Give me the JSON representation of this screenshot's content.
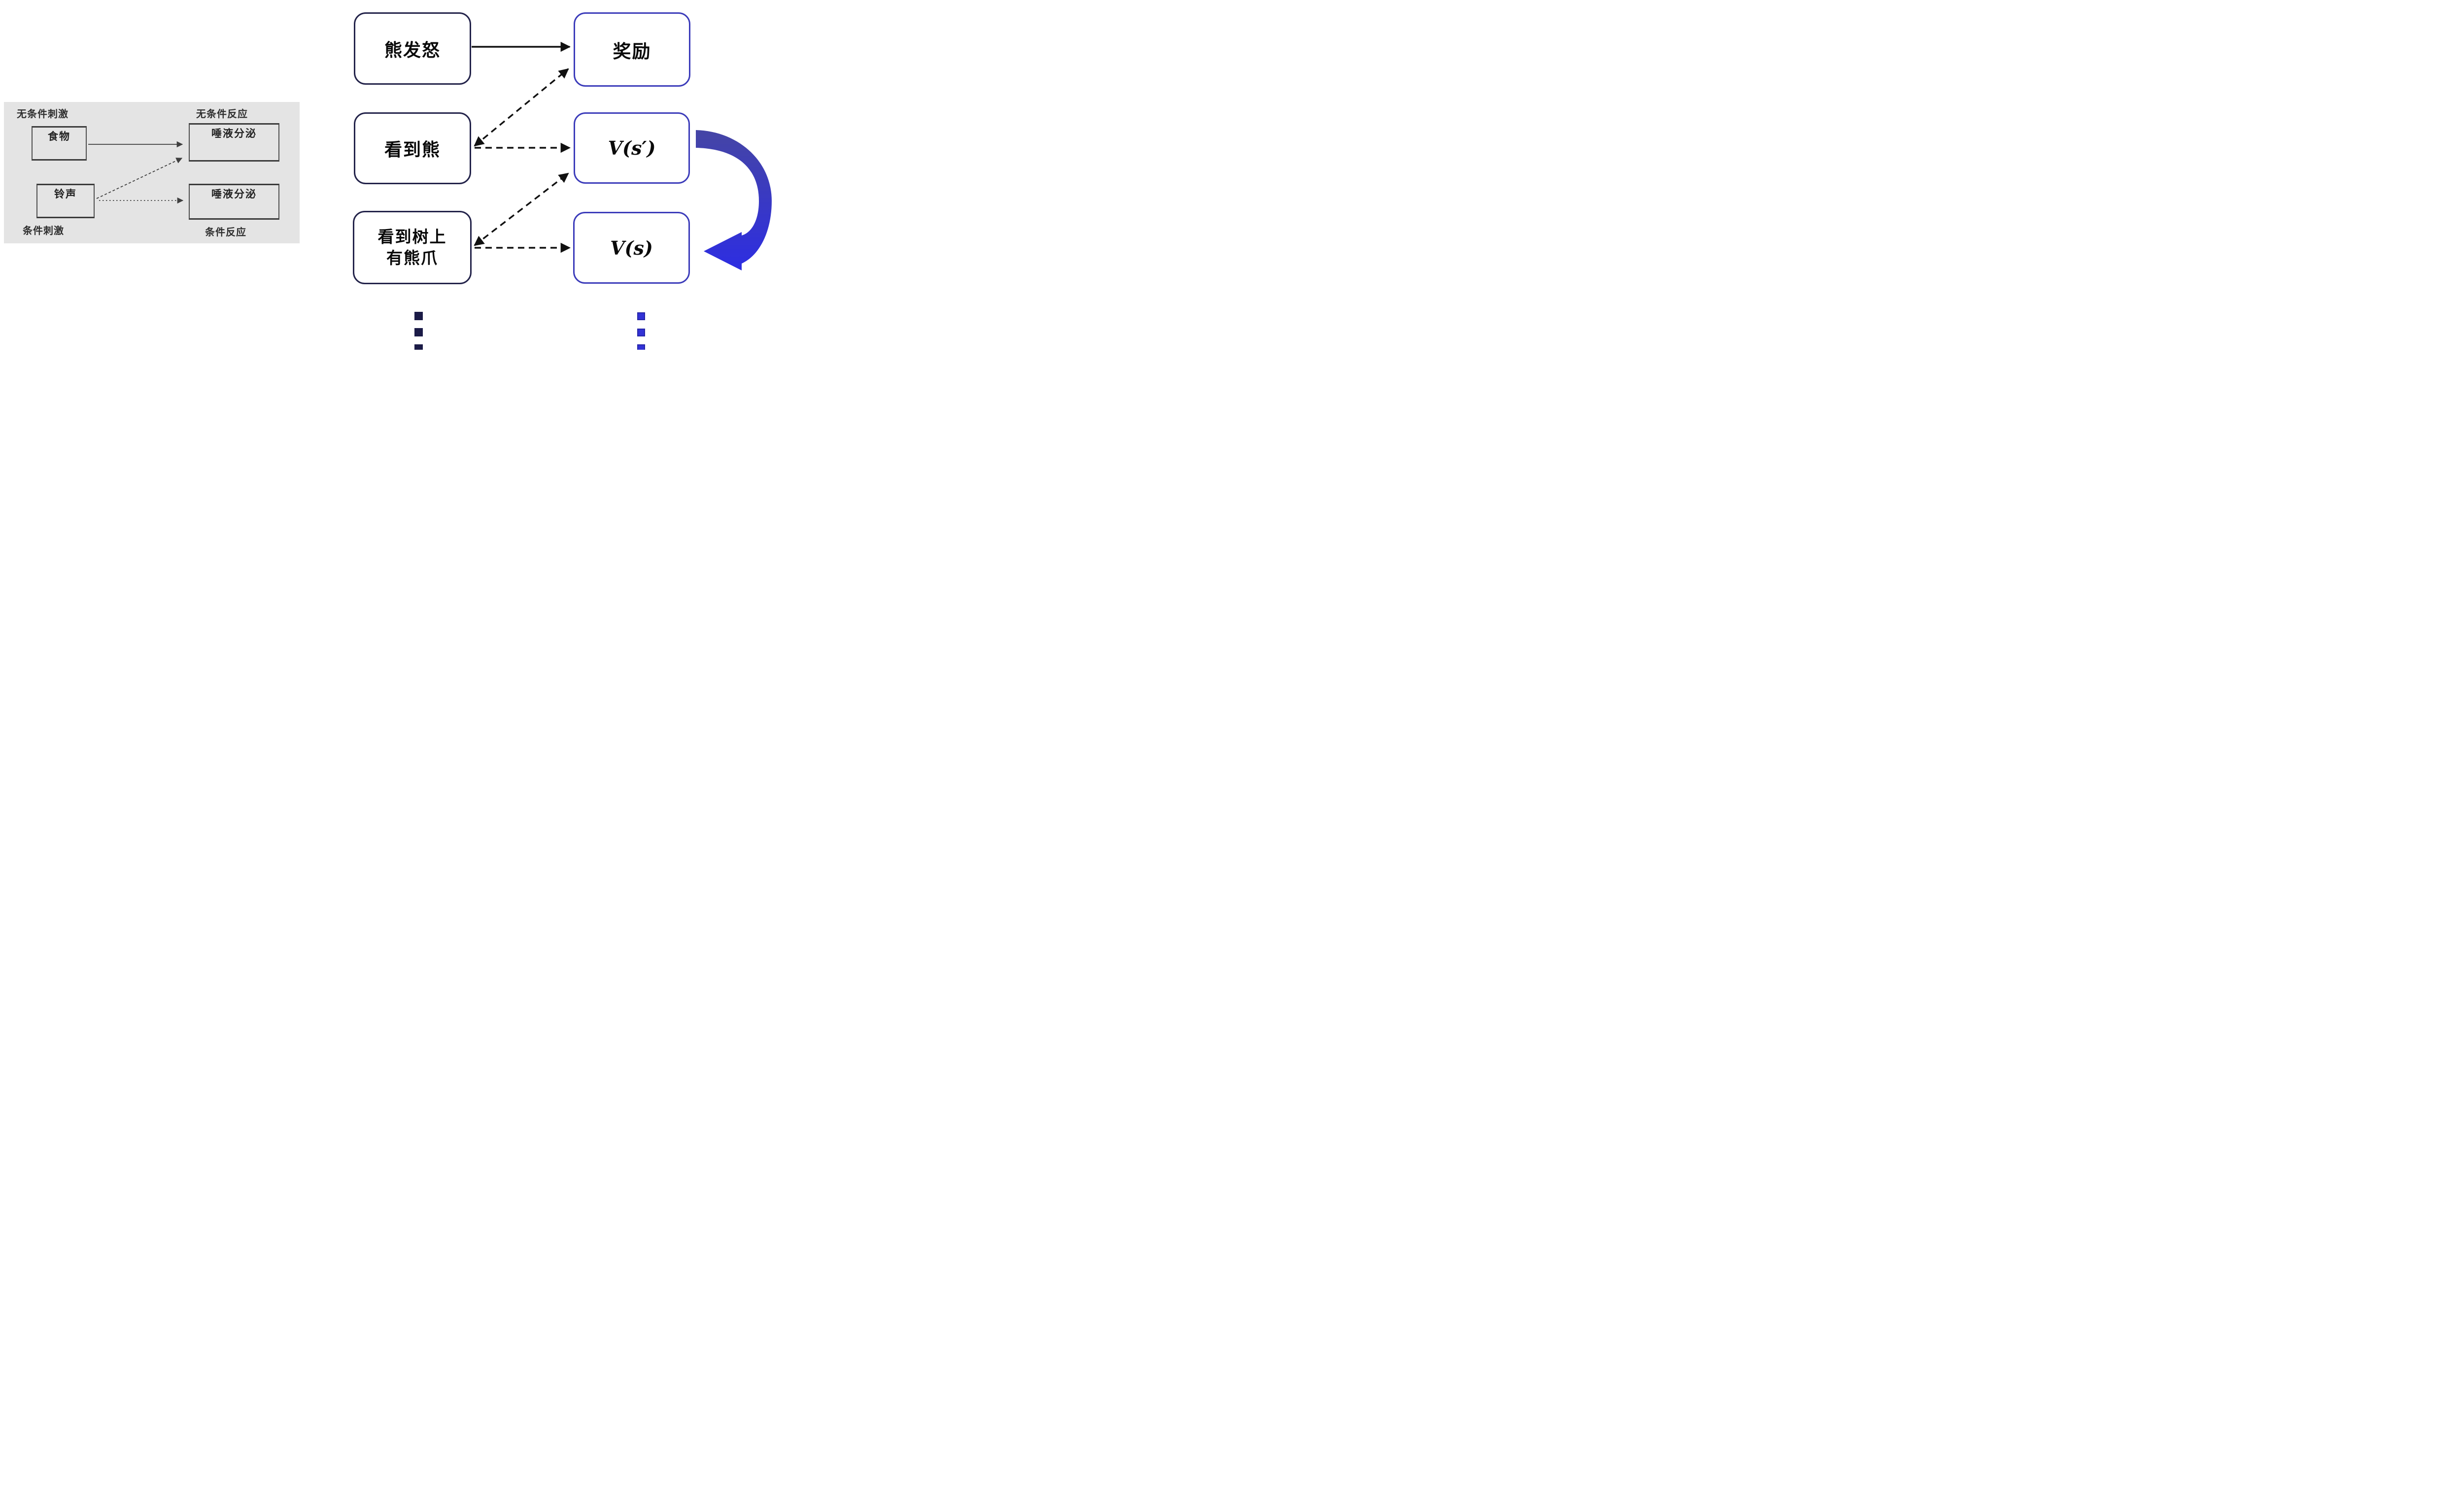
{
  "colors": {
    "panel_bg": "#e4e4e4",
    "panel_line": "#3f3f3f",
    "left_node_border": "#23234a",
    "right_node_border": "#3c3cba",
    "arrow_black": "#111111",
    "swoosh_top": "#4545a5",
    "swoosh_bottom": "#2d2de2",
    "left_dots": "#1b1b47",
    "right_dots": "#3232d6"
  },
  "conditioning_panel": {
    "top_left_label": "无条件刺激",
    "top_right_label": "无条件反应",
    "bottom_left_label": "条件刺激",
    "bottom_right_label": "条件反应",
    "food_box": "食物",
    "unconditioned_response_box": "唾液分泌",
    "bell_box": "铃声",
    "conditioned_response_box": "唾液分泌"
  },
  "rl_diagram": {
    "bear_rage": "熊发怒",
    "reward": "奖励",
    "see_bear": "看到熊",
    "see_claws": "看到树上\n有熊爪",
    "v_s_prime": "V(s′)",
    "v_s": "V(s)"
  }
}
